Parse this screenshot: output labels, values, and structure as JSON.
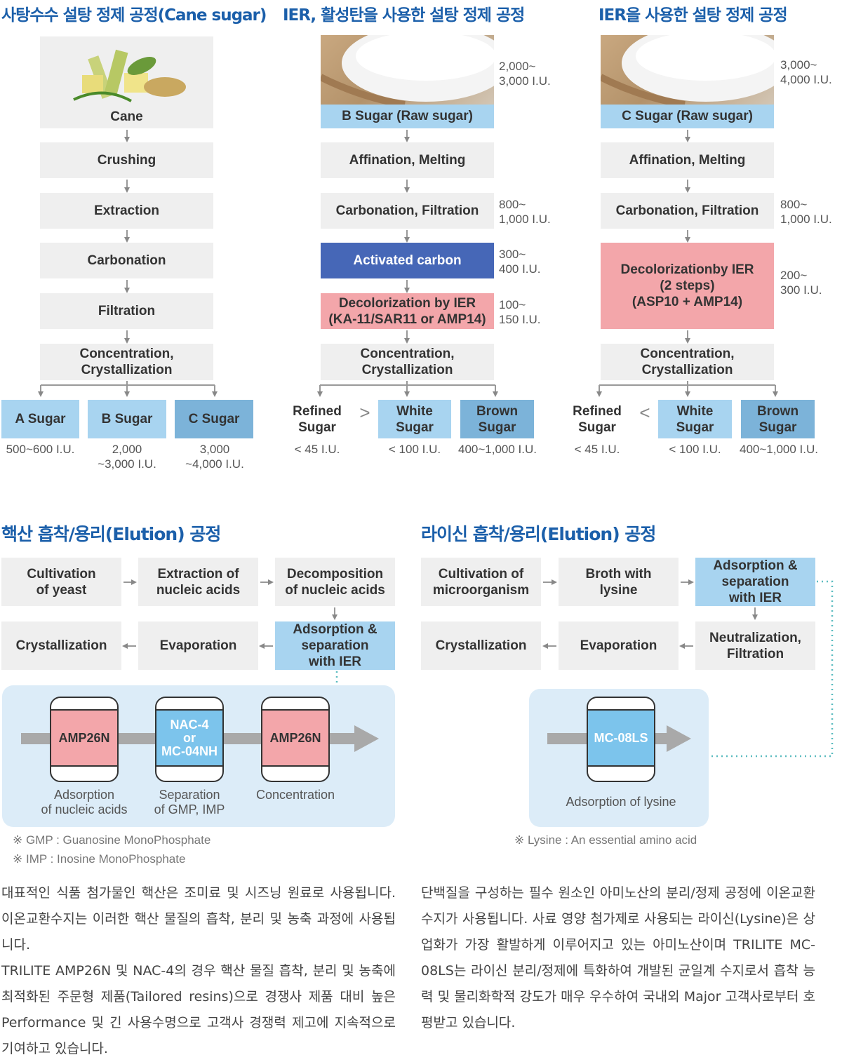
{
  "titles": {
    "cane": "사탕수수 설탕 정제 공정(Cane sugar)",
    "ier_carbon": "IER, 활성탄을 사용한 설탕 정제 공정",
    "ier": "IER을 사용한 설탕 정제 공정",
    "nucleic": "핵산 흡착/용리(Elution) 공정",
    "lysine": "라이신 흡착/용리(Elution) 공정"
  },
  "cane": {
    "steps": [
      "Cane",
      "Crushing",
      "Extraction",
      "Carbonation",
      "Filtration",
      "Concentration,\nCrystallization"
    ],
    "products": [
      {
        "label": "A Sugar",
        "value": "500~600 I.U."
      },
      {
        "label": "B Sugar",
        "value": "2,000\n~3,000 I.U."
      },
      {
        "label": "C Sugar",
        "value": "3,000\n~4,000 I.U."
      }
    ]
  },
  "ier_carbon": {
    "steps": [
      "B Sugar (Raw sugar)",
      "Affination, Melting",
      "Carbonation, Filtration",
      "Activated carbon",
      "Decolorization by IER\n(KA-11/SAR11 or AMP14)",
      "Concentration,\nCrystallization"
    ],
    "side_values": [
      "2,000~\n3,000 I.U.",
      "800~\n1,000 I.U.",
      "300~\n400 I.U.",
      "100~\n150 I.U."
    ],
    "products": [
      {
        "label": "Refined\nSugar",
        "value": "< 45 I.U."
      },
      {
        "label": "White\nSugar",
        "value": "< 100 I.U."
      },
      {
        "label": "Brown\nSugar",
        "value": "400~1,000 I.U."
      }
    ],
    "compare": ">"
  },
  "ier": {
    "steps": [
      "C Sugar (Raw sugar)",
      "Affination, Melting",
      "Carbonation, Filtration",
      "Decolorizationby IER\n(2 steps)\n(ASP10 + AMP14)",
      "Concentration,\nCrystallization"
    ],
    "side_values": [
      "3,000~\n4,000 I.U.",
      "800~\n1,000 I.U.",
      "200~\n300 I.U."
    ],
    "products": [
      {
        "label": "Refined\nSugar",
        "value": "< 45 I.U."
      },
      {
        "label": "White\nSugar",
        "value": "< 100 I.U."
      },
      {
        "label": "Brown\nSugar",
        "value": "400~1,000 I.U."
      }
    ],
    "compare": "<"
  },
  "nucleic": {
    "row1": [
      "Cultivation\nof yeast",
      "Extraction of\nnucleic acids",
      "Decomposition\nof nucleic acids"
    ],
    "row2": [
      "Crystallization",
      "Evaporation",
      "Adsorption &\nseparation\nwith IER"
    ],
    "columns": [
      {
        "name": "AMP26N",
        "caption": "Adsorption\nof nucleic acids"
      },
      {
        "name": "NAC-4\nor\nMC-04NH",
        "caption": "Separation\nof GMP, IMP"
      },
      {
        "name": "AMP26N",
        "caption": "Concentration"
      }
    ],
    "notes": [
      "※ GMP : Guanosine MonoPhosphate",
      "※ IMP : Inosine MonoPhosphate"
    ],
    "paragraph": "대표적인 식품 첨가물인 핵산은 조미료 및 시즈닝 원료로 사용됩니다. 이온교환수지는 이러한 핵산 물질의 흡착, 분리 및 농축 과정에 사용됩니다.\nTRILITE AMP26N 및 NAC-4의 경우 핵산 물질 흡착, 분리 및 농축에 최적화된 주문형 제품(Tailored resins)으로 경쟁사 제품 대비 높은 Performance 및 긴 사용수명으로 고객사 경쟁력 제고에 지속적으로 기여하고 있습니다."
  },
  "lysine": {
    "row1": [
      "Cultivation of\nmicroorganism",
      "Broth with\nlysine",
      "Adsorption &\nseparation\nwith IER"
    ],
    "row2": [
      "Crystallization",
      "Evaporation",
      "Neutralization,\nFiltration"
    ],
    "column": {
      "name": "MC-08LS",
      "caption": "Adsorption of lysine"
    },
    "note": "※ Lysine : An essential amino acid",
    "paragraph": "단백질을 구성하는 필수 원소인 아미노산의 분리/정제 공정에 이온교환수지가 사용됩니다. 사료 영양 첨가제로 사용되는 라이신(Lysine)은 상업화가 가장 활발하게 이루어지고 있는 아미노산이며 TRILITE MC-08LS는 라이신 분리/정제에 특화하여 개발된 균일계 수지로서 흡착 능력 및 물리화학적 강도가 매우 우수하여 국내외 Major 고객사로부터 호평받고 있습니다."
  },
  "colors": {
    "title": "#1b5faa",
    "gray_box": "#efefef",
    "light_blue": "#a8d4f0",
    "mid_blue": "#7cb3d9",
    "dark_blue": "#4667b7",
    "pink": "#f3a6aa",
    "panel": "#dcecf8"
  }
}
